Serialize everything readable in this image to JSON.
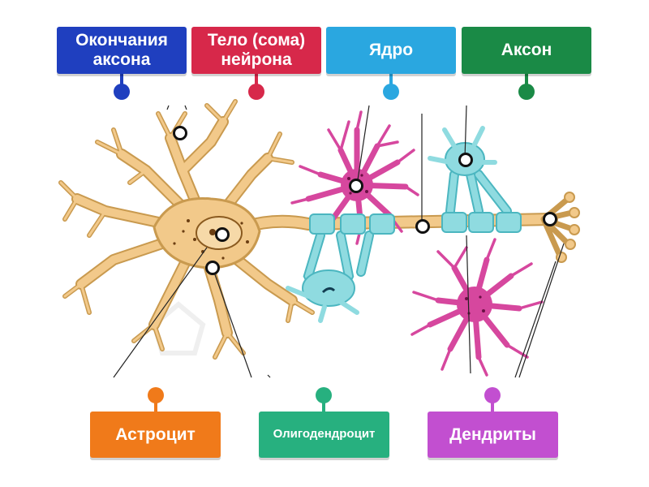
{
  "labels": {
    "axon_terminals": "Окончания\nаксона",
    "soma": "Тело (сома)\nнейрона",
    "nucleus": "Ядро",
    "axon": "Аксон",
    "astrocyte": "Астроцит",
    "oligodendrocyte": "Олигодендроцит",
    "dendrites": "Дендриты"
  },
  "colors": {
    "axon_terminals": "#1f3fbf",
    "soma": "#d7284a",
    "nucleus": "#2aa7e0",
    "axon": "#1a8a46",
    "astrocyte": "#f07a1a",
    "oligodendrocyte": "#27b07f",
    "dendrites": "#c24fd0",
    "neuron_fill": "#f2c98a",
    "neuron_stroke": "#c99a4f",
    "glia_pink": "#d6479e",
    "glia_cyan": "#8fdbe0",
    "cyan_stroke": "#4bb6c0"
  }
}
